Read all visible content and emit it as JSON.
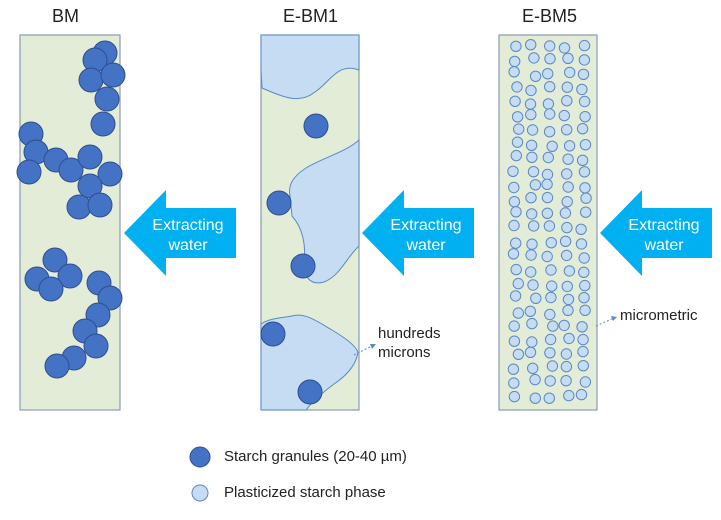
{
  "panels": [
    {
      "id": "bm",
      "title": "BM"
    },
    {
      "id": "ebm1",
      "title": "E-BM1"
    },
    {
      "id": "ebm5",
      "title": "E-BM5"
    }
  ],
  "arrows": [
    {
      "line1": "Extracting",
      "line2": "water"
    },
    {
      "line1": "Extracting",
      "line2": "water"
    },
    {
      "line1": "Extracting",
      "line2": "water"
    }
  ],
  "annotations": {
    "ebm1_line1": "hundreds",
    "ebm1_line2": "microns",
    "ebm5": "micrometric"
  },
  "legend": {
    "granules": "Starch granules (20-40 µm)",
    "plasticized": "Plasticized starch phase"
  },
  "colors": {
    "matrix": "#e2ecd7",
    "matrix_border": "#8a9bb5",
    "granule": "#4472c4",
    "granule_border": "#2f4f8f",
    "plasticized": "#c5dcf2",
    "plasticized_border": "#5b8ac2",
    "arrow": "#00b0f0",
    "text": "#222222"
  }
}
